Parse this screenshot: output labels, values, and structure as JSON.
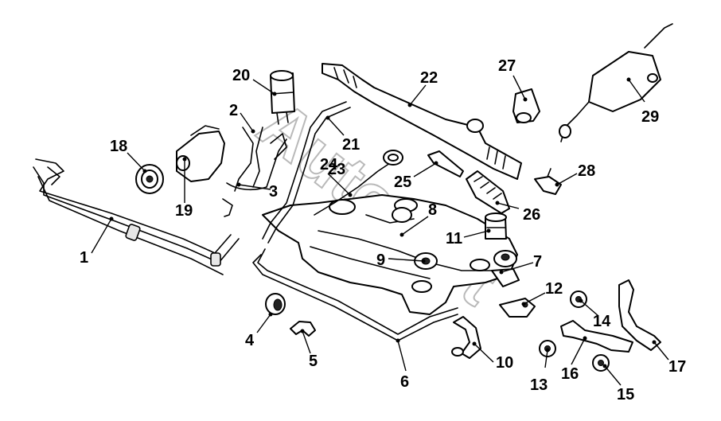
{
  "callouts": [
    "1",
    "2",
    "3",
    "4",
    "5",
    "6",
    "7",
    "8",
    "9",
    "10",
    "11",
    "12",
    "13",
    "14",
    "15",
    "16",
    "17",
    "18",
    "19",
    "20",
    "21",
    "22",
    "23",
    "24",
    "25",
    "26",
    "27",
    "28",
    "29"
  ],
  "watermark": "Autosoft"
}
